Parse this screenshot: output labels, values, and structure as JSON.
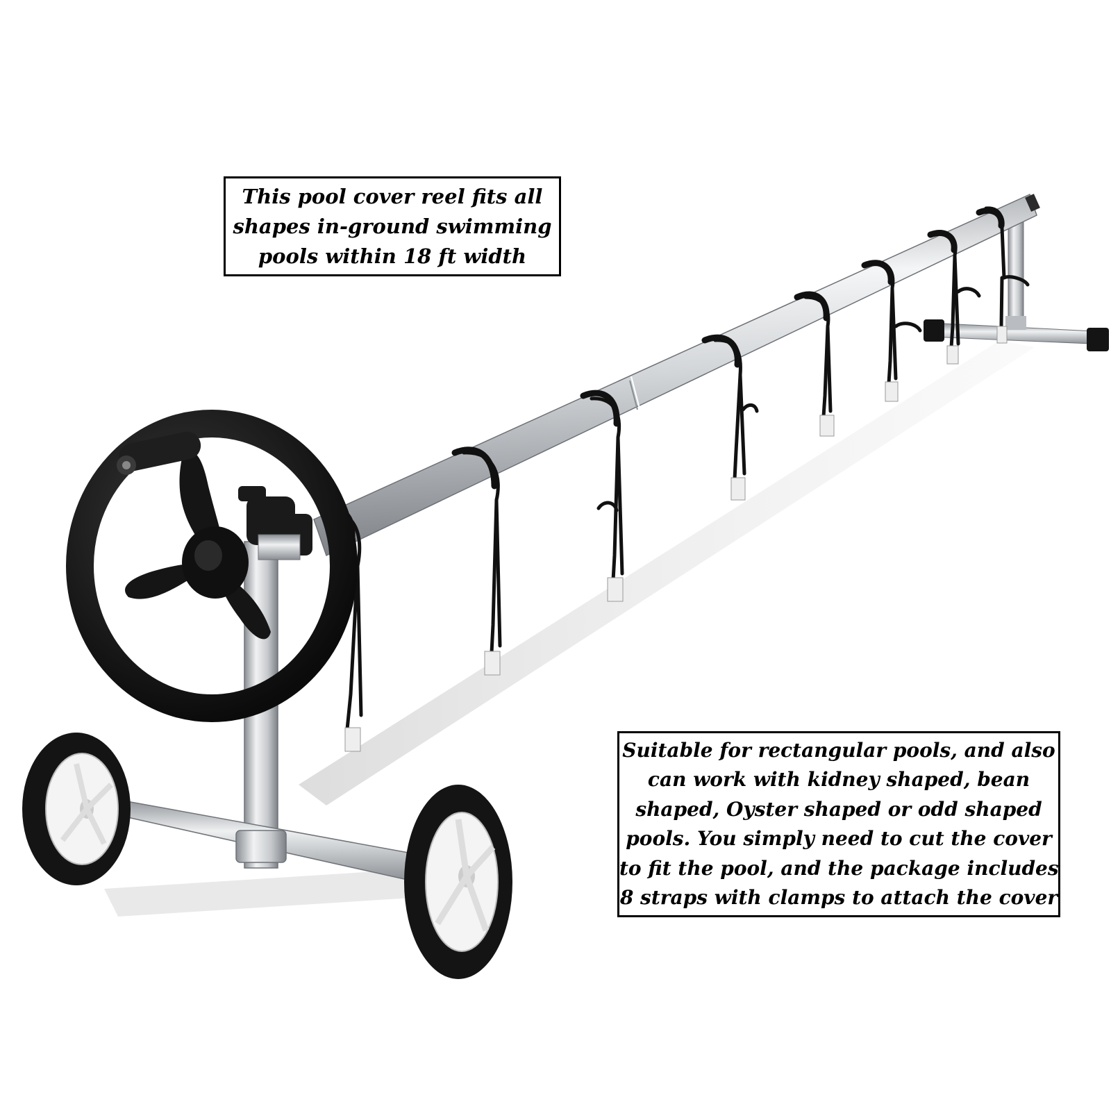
{
  "callouts": {
    "fit": {
      "lines": [
        "This pool cover reel fits all",
        "shapes in-ground swimming",
        "pools within 18 ft width"
      ]
    },
    "suitable": {
      "lines": [
        "Suitable for rectangular pools, and also",
        "can work with kidney shaped, bean",
        "shaped, Oyster shaped or odd shaped",
        "pools. You simply need to cut the cover",
        "to fit the pool, and the package includes",
        "8 straps with clamps to attach the cover"
      ]
    }
  },
  "product": {
    "parts": [
      "crank-wheel",
      "reel-tube",
      "straps-with-clamps",
      "wheeled-stand",
      "fixed-stand"
    ],
    "strap_count": 8
  },
  "colors": {
    "background": "#ffffff",
    "aluminum": "#c9ccd0",
    "black_plastic": "#141414",
    "border": "#000000"
  }
}
